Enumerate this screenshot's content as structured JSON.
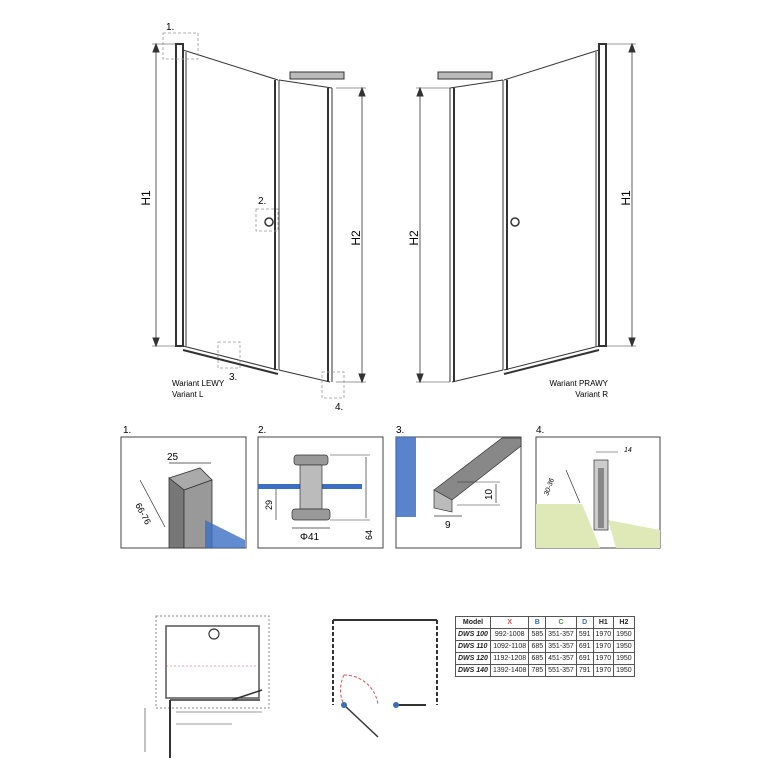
{
  "main_view": {
    "callouts": [
      "1.",
      "2.",
      "3.",
      "4."
    ],
    "dim_h1": "H1",
    "dim_h2": "H2",
    "left_variant": [
      "Wariant LEWY",
      "Variant L"
    ],
    "right_variant": [
      "Wariant PRAWY",
      "Variant R"
    ]
  },
  "details": [
    {
      "num": "1.",
      "labels": [
        "25",
        "66-76"
      ]
    },
    {
      "num": "2.",
      "labels": [
        "29",
        "Φ41",
        "64"
      ]
    },
    {
      "num": "3.",
      "labels": [
        "10",
        "9"
      ]
    },
    {
      "num": "4.",
      "labels": [
        "14",
        "30-36"
      ]
    }
  ],
  "spec_table": {
    "headers": [
      "Model",
      "X",
      "B",
      "C",
      "D",
      "H1",
      "H2"
    ],
    "rows": [
      [
        "DWS 100",
        "992-1008",
        "585",
        "351-357",
        "591",
        "1970",
        "1950"
      ],
      [
        "DWS 110",
        "1092-1108",
        "685",
        "351-357",
        "691",
        "1970",
        "1950"
      ],
      [
        "DWS 120",
        "1192-1208",
        "685",
        "451-357",
        "691",
        "1970",
        "1950"
      ],
      [
        "DWS 140",
        "1392-1408",
        "785",
        "551-357",
        "791",
        "1970",
        "1950"
      ]
    ]
  },
  "colors": {
    "x": "#d9534f",
    "b": "#3a6fb8",
    "c": "#3f9a4a",
    "d": "#3a6fb8",
    "glass": "#3c6fc4",
    "floor": "#dfe9b8"
  }
}
